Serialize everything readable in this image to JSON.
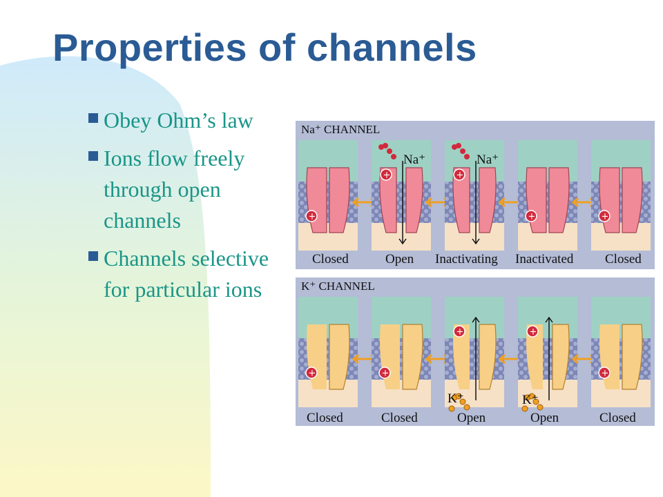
{
  "slide": {
    "title": "Properties of channels",
    "bullets": [
      {
        "text": "Obey Ohm’s law"
      },
      {
        "text": "Ions flow freely through open channels"
      },
      {
        "text": "Channels selective for particular ions"
      }
    ]
  },
  "figure": {
    "na_panel": {
      "title": "Na⁺ CHANNEL",
      "states": [
        "Closed",
        "Open",
        "Inactivating",
        "Inactivated",
        "Closed"
      ],
      "ion_labels": [
        "Na⁺",
        "Na⁺"
      ]
    },
    "k_panel": {
      "title": "K⁺ CHANNEL",
      "states": [
        "Closed",
        "Closed",
        "Open",
        "Open",
        "Closed"
      ],
      "ion_labels": [
        "K⁺",
        "K⁺"
      ]
    }
  },
  "colors": {
    "title": "#2b5b94",
    "bullet_text": "#1a9587",
    "na_channel": "#f08a98",
    "k_channel": "#f8cf86",
    "ion_na": "#d12a3c",
    "ion_k": "#f0a020",
    "arrow": "#f0a020"
  }
}
